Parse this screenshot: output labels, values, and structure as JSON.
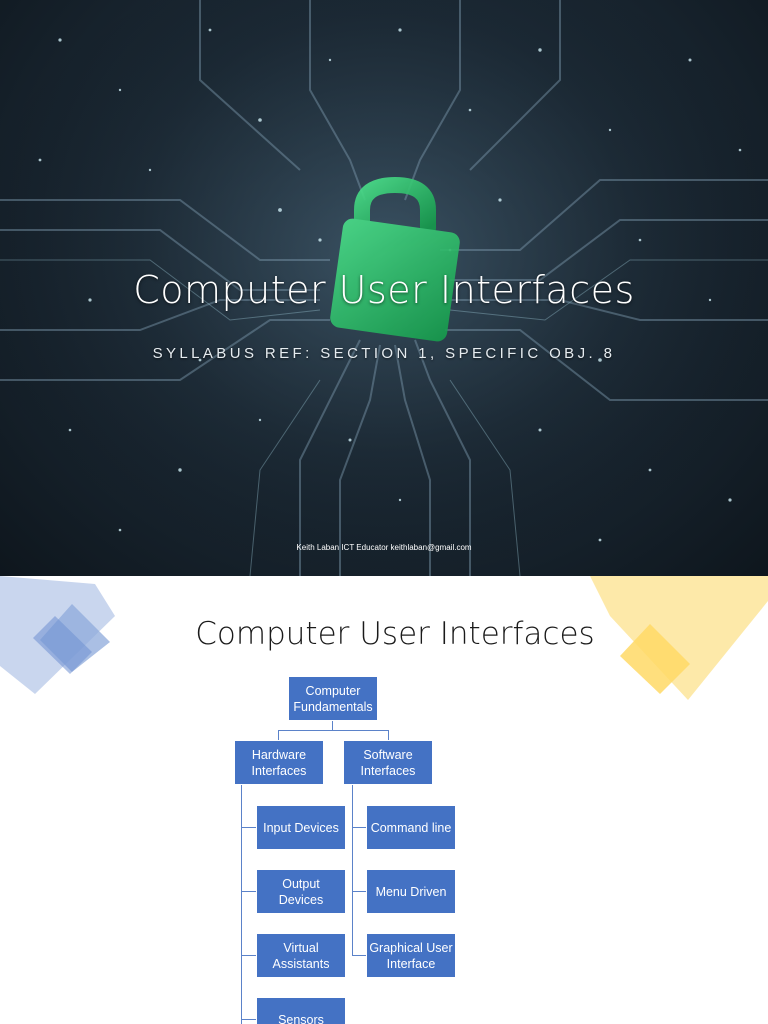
{
  "slide1": {
    "title": "Computer User Interfaces",
    "subtitle": "SYLLABUS REF: SECTION 1, SPECIFIC OBJ. 8",
    "footer": "Keith Laban ICT Educator keithlaban@gmail.com"
  },
  "slide2": {
    "title": "Computer User Interfaces",
    "org_chart": {
      "root": "Computer\nFundamentals",
      "hardware": {
        "label": "Hardware\nInterfaces",
        "children": [
          "Input Devices",
          "Output\nDevices",
          "Virtual\nAssistants",
          "Sensors"
        ]
      },
      "software": {
        "label": "Software\nInterfaces",
        "children": [
          "Command line",
          "Menu Driven",
          "Graphical User\nInterface"
        ]
      }
    }
  },
  "colors": {
    "node_fill": "#4472c4",
    "connector": "#5b82c9",
    "deco_blue": "#8eaadb",
    "deco_yellow": "#ffd966",
    "lock_green": "#2ecc71"
  }
}
